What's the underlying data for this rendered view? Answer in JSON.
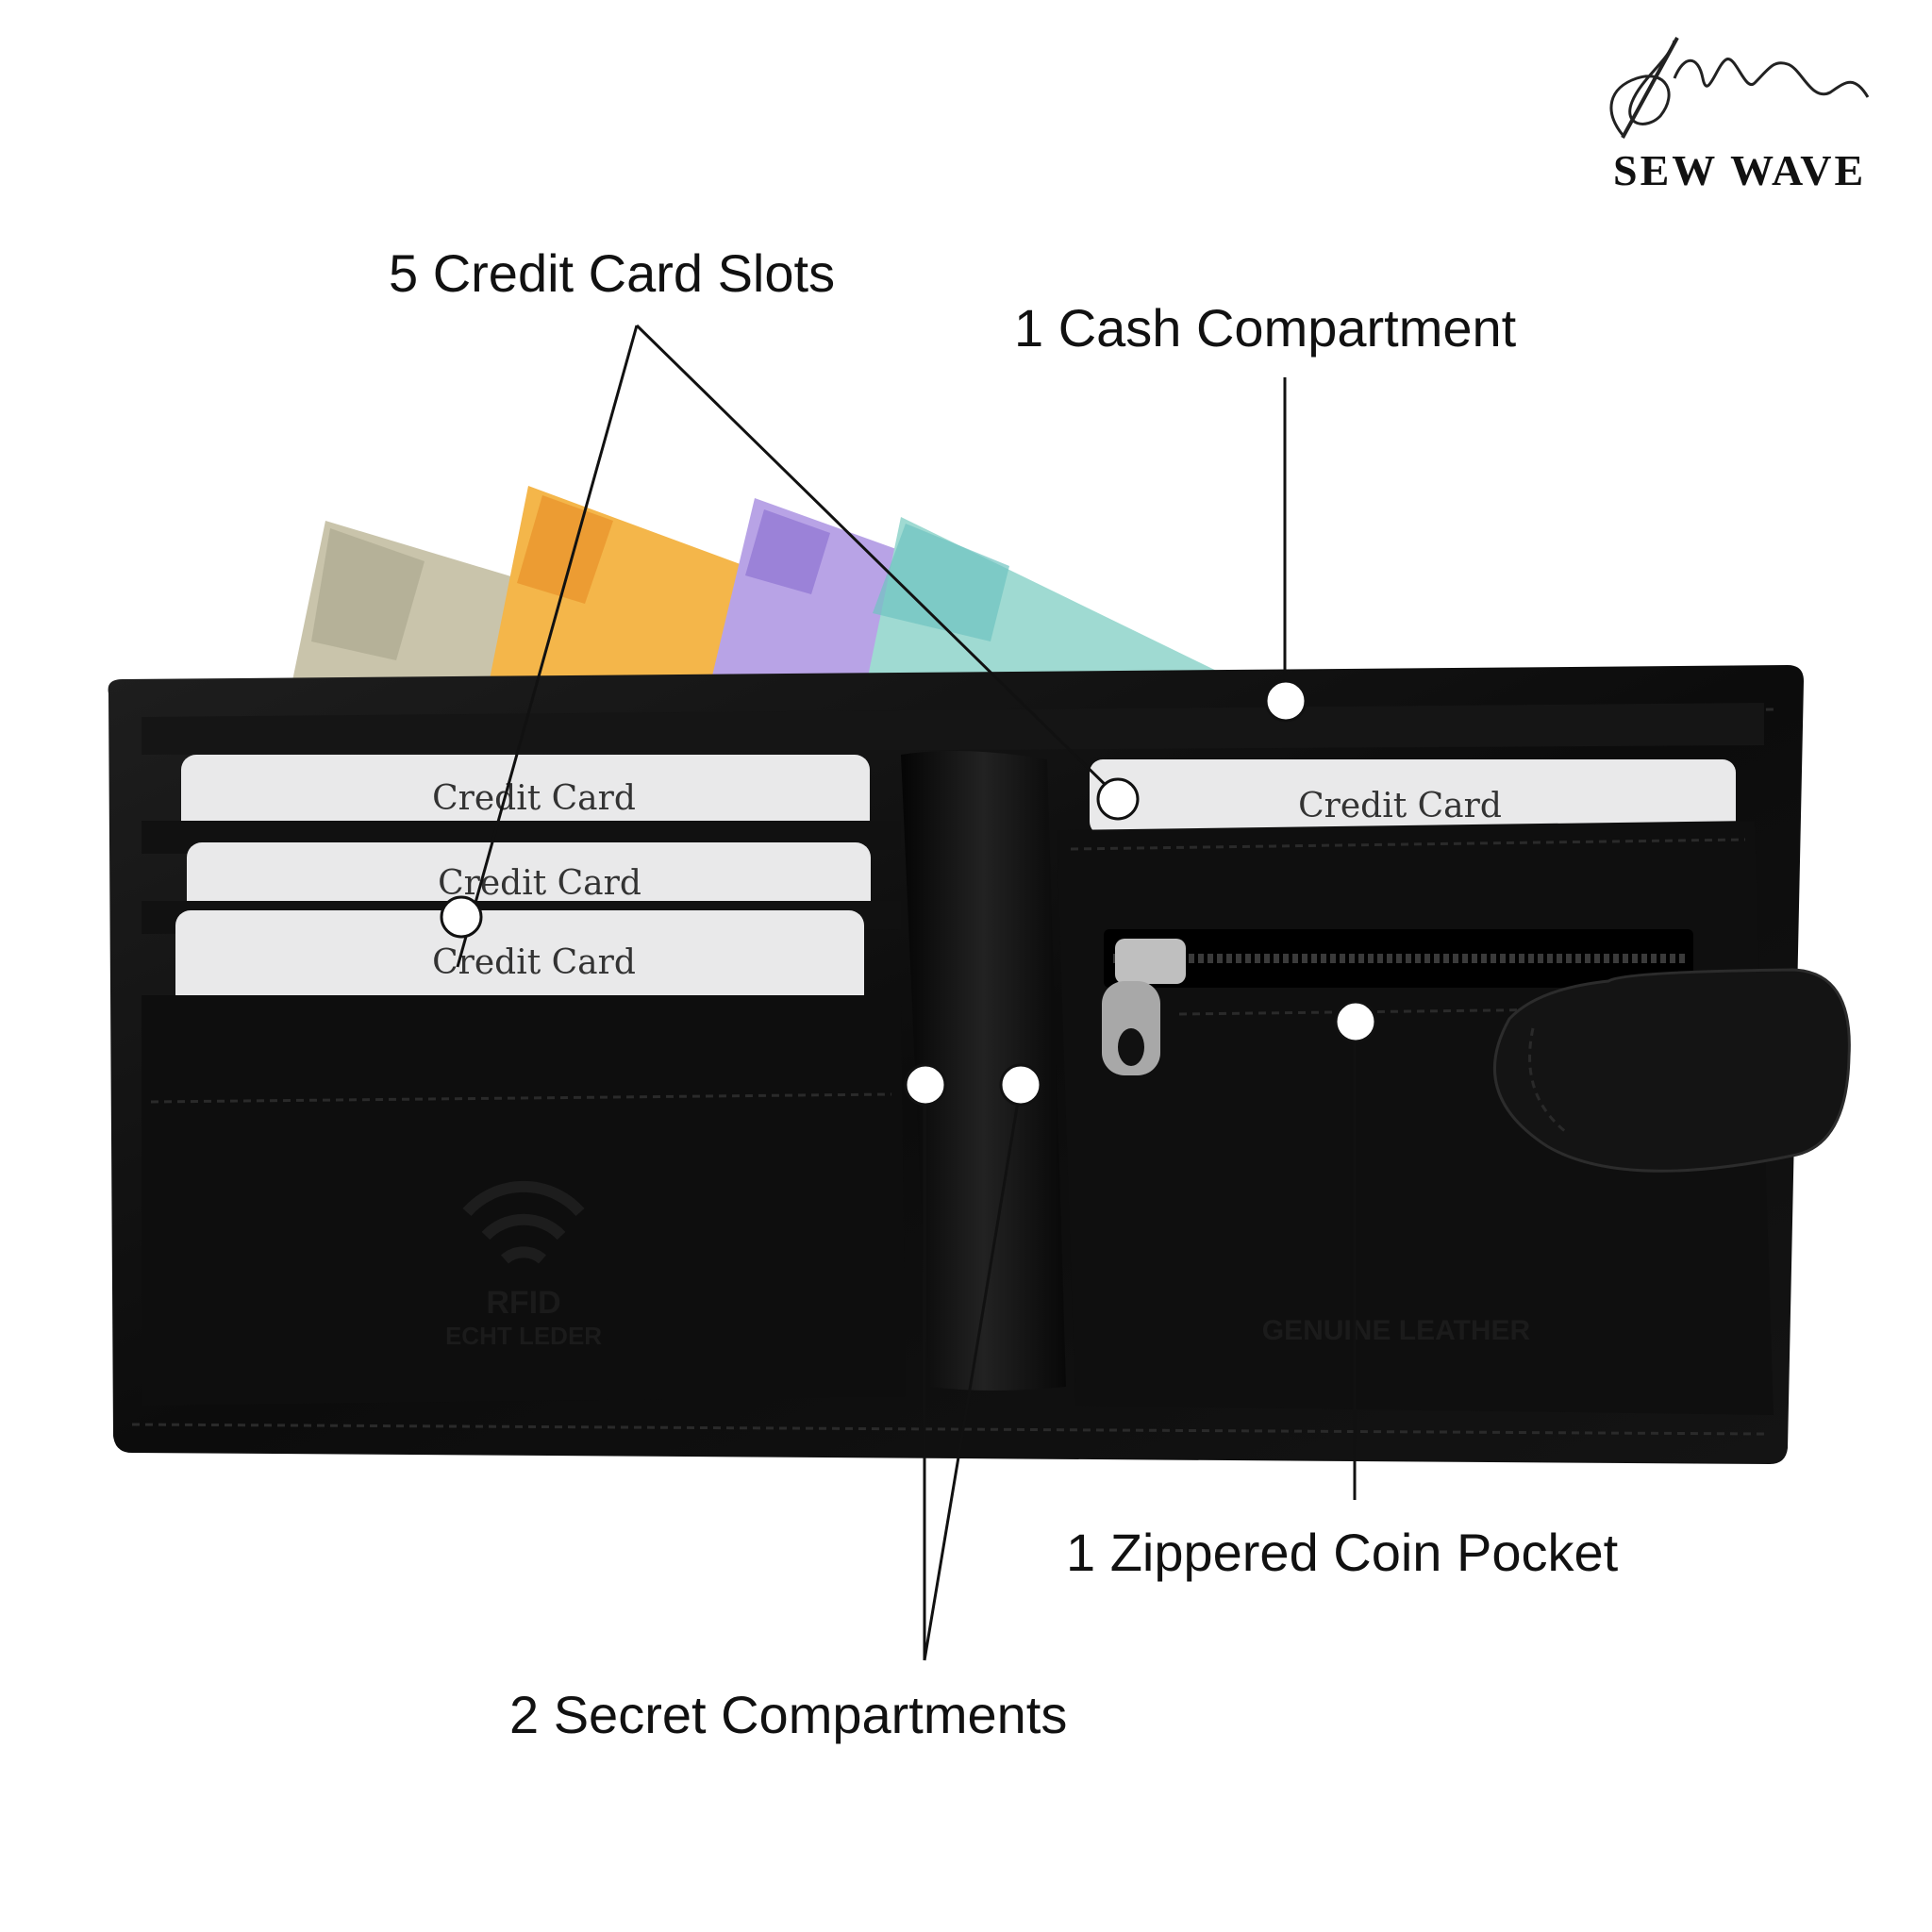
{
  "brand": {
    "name": "SEW WAVE"
  },
  "callouts": [
    {
      "id": "credit-card-slots",
      "text": "5 Credit Card Slots"
    },
    {
      "id": "cash-compartment",
      "text": "1 Cash Compartment"
    },
    {
      "id": "zippered-coin-pocket",
      "text": "1 Zippered Coin Pocket"
    },
    {
      "id": "secret-compartments",
      "text": "2 Secret Compartments"
    }
  ],
  "cards": [
    {
      "text": "Credit Card"
    },
    {
      "text": "Credit Card"
    },
    {
      "text": "Credit Card"
    },
    {
      "text": "Credit Card"
    }
  ],
  "embossing": {
    "rfid": "RFID",
    "rfid_sub": "ECHT LEDER",
    "leather": "GENUINE LEATHER"
  },
  "colors": {
    "leather": "#0c0c0c",
    "card": "#e9e9ea",
    "note_10": "#8fd3d0",
    "note_200": "#f4b64a",
    "note_100": "#b8a3e6",
    "note_20": "#c9c4ab"
  }
}
